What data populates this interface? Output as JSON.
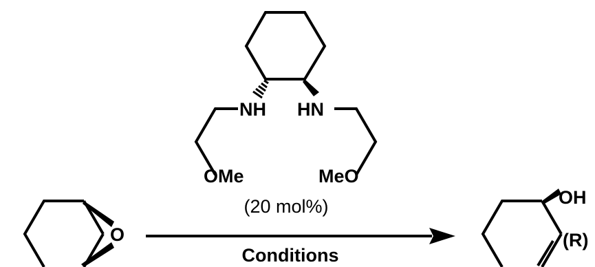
{
  "catalyst": {
    "amine_left": "NH",
    "amine_right": "HN",
    "ether_left": "OMe",
    "ether_right": "MeO",
    "loading": "(20 mol%)"
  },
  "reactant": {
    "epoxide_oxygen": "O"
  },
  "product": {
    "hydroxyl": "OH",
    "configuration": "(R)"
  },
  "arrow": {
    "conditions": "Conditions"
  }
}
